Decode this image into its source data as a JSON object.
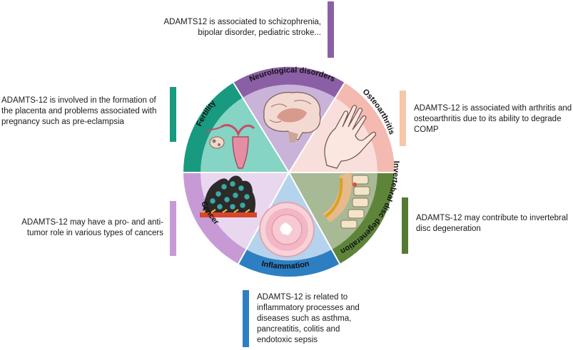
{
  "notes": {
    "neuro": "ADAMTS12 is associated to schizophrenia, bipolar disorder, pediatric stroke...",
    "fertility": "ADAMTS-12 is involved in the formation of the placenta and problems associated with pregnancy such as pre-eclampsia",
    "osteo": "ADAMTS-12 is associated with arthritis and osteoarthritis due to its ability to degrade COMP",
    "cancer": "ADAMTS-12 may have a pro- and anti-tumor role in various types of cancers",
    "disc": "ADAMTS-12 may contribute to invertebral disc degeneration",
    "inflammation": "ADAMTS-12 is related to inflammatory processes and diseases such as asthma, pancreatitis, colitis and endotoxic sepsis"
  },
  "segments": {
    "neuro": "Neurological disorders",
    "osteo": "Osteoarthritis",
    "disc": "Invertebral disc degeneration",
    "inflammation": "Inflammation",
    "cancer": "Cancer",
    "fertility": "Fertility"
  },
  "colors": {
    "neuro": "#8b5fa6",
    "osteo": "#f4b9b0",
    "disc": "#5e843a",
    "inflammation": "#2d7fc1",
    "cancer": "#c79ad6",
    "fertility": "#179a80",
    "bar_neuro": "#8b5fa6",
    "bar_fertility": "#179a80",
    "bar_osteo": "#f6c7a8",
    "bar_cancer": "#c79ad6",
    "bar_disc": "#557a33",
    "bar_inflammation": "#2d7fc1"
  },
  "icons": [
    "brain-icon",
    "hand-icon",
    "spine-icon",
    "inflamed-tissue-icon",
    "tumor-icon",
    "uterus-icon"
  ]
}
